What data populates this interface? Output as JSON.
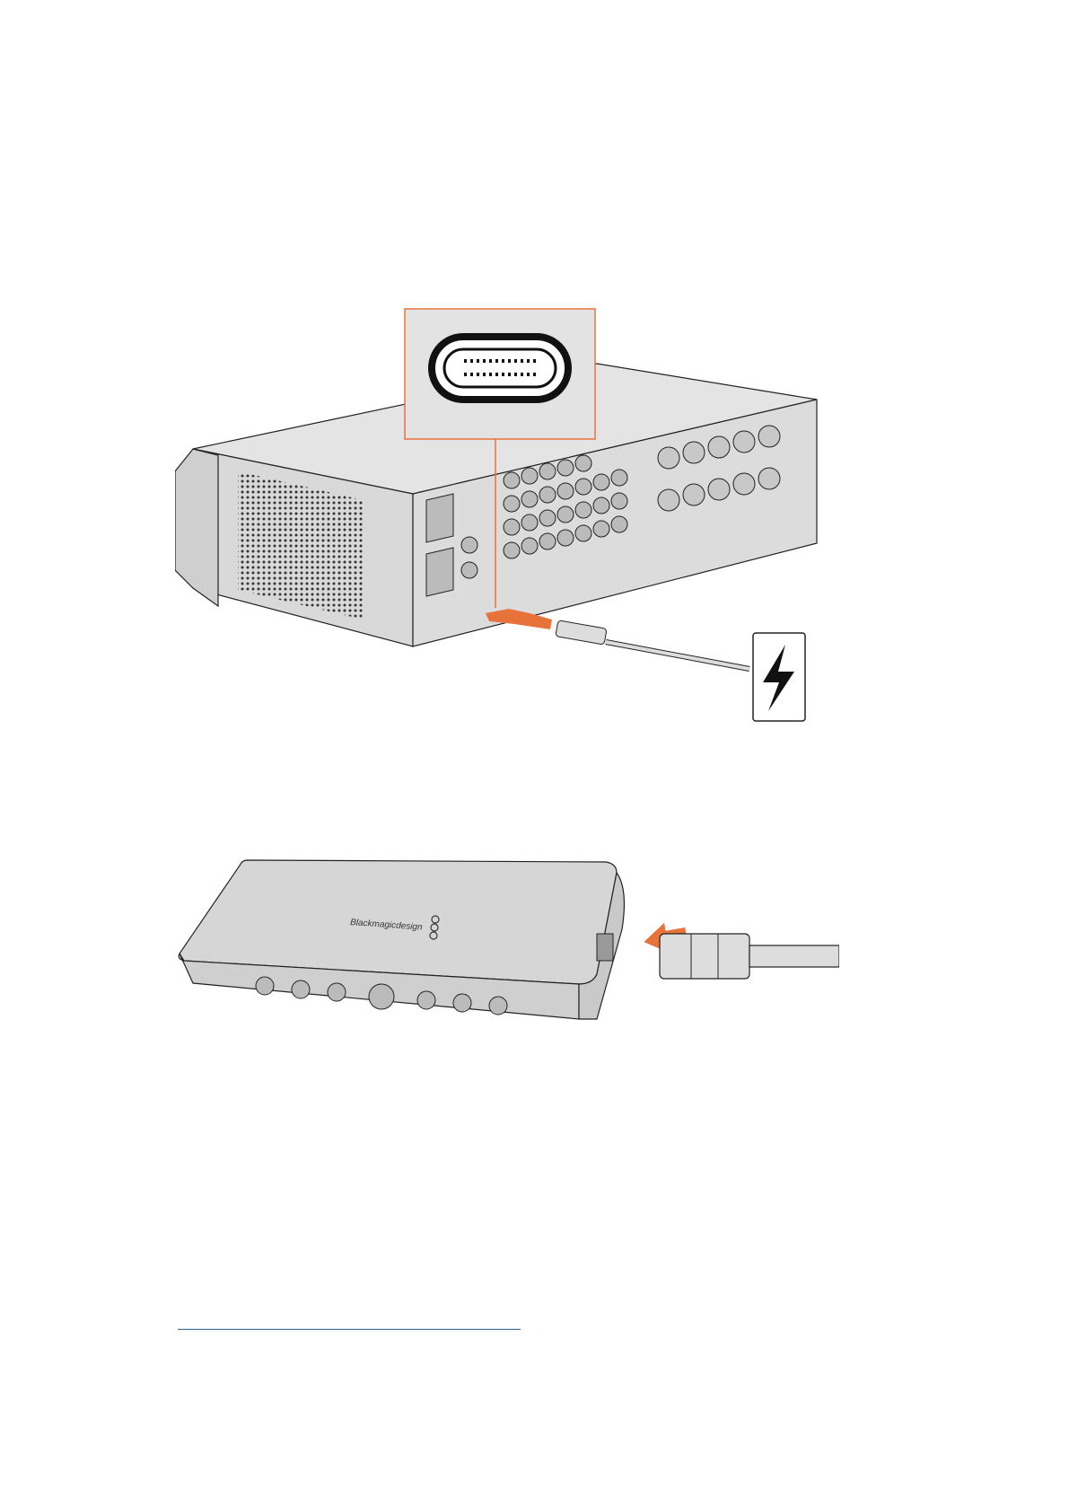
{
  "figures": [
    {
      "name": "rack-unit-usb-c-connection",
      "callout": "usb-c-port",
      "icon": "thunderbolt-icon"
    },
    {
      "name": "desktop-unit-usb-connection",
      "brand_logo": "Blackmagicdesign"
    }
  ],
  "colors": {
    "accent": "#e8733a",
    "device": "#d6d6d6",
    "rule": "#2f5f86"
  }
}
